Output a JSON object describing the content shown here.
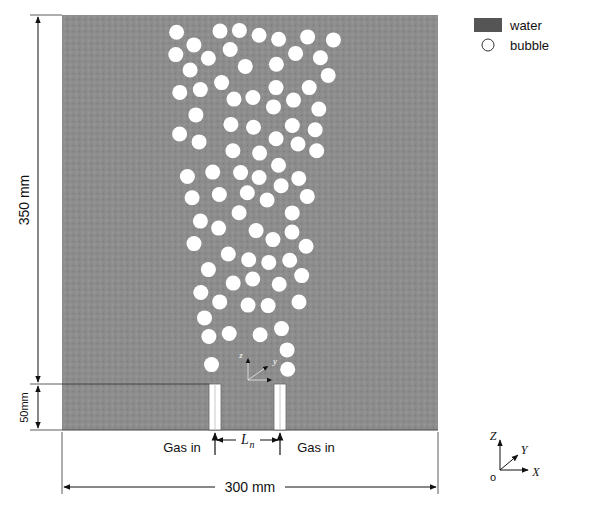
{
  "diagram": {
    "labels": [
      "350 mm",
      "50mm",
      "Gas in",
      "L",
      "n",
      "Gas in",
      "300 mm",
      "z",
      "y",
      "Z",
      "Y",
      "X",
      "o"
    ],
    "legend": [
      {
        "text": "water",
        "color": "#555555"
      },
      {
        "text": "bubble"
      }
    ]
  }
}
